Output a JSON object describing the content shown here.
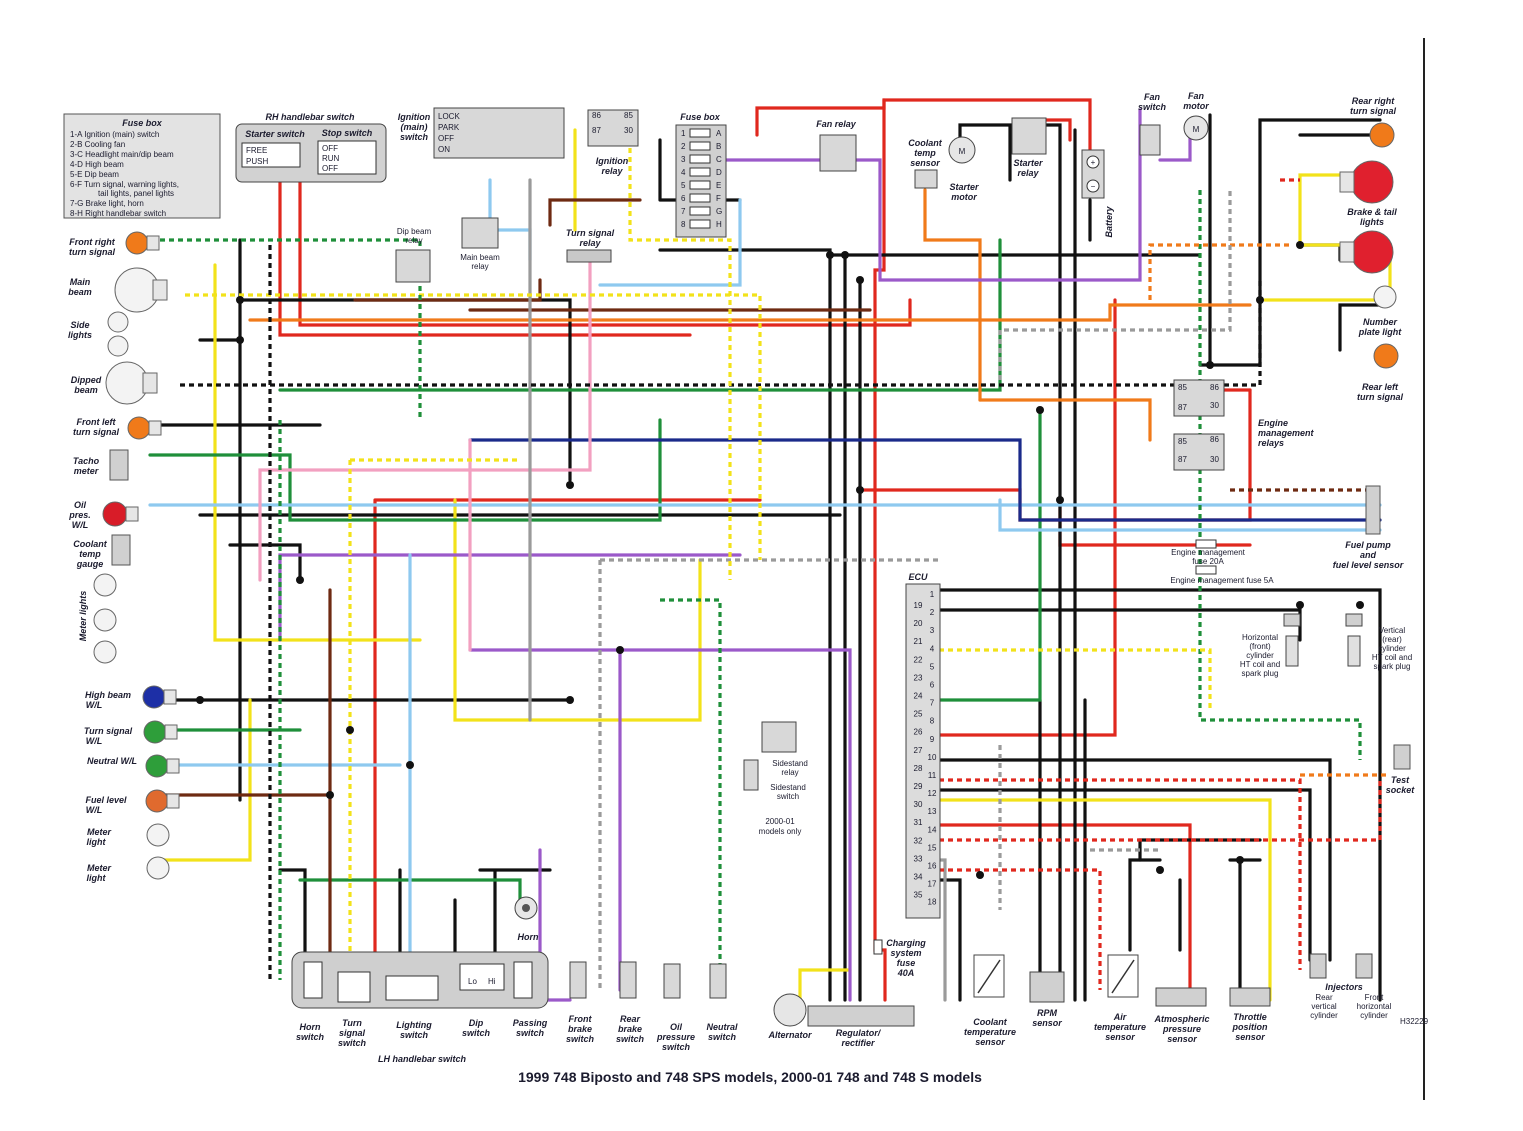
{
  "caption": "1999 748 Biposto and 748 SPS models, 2000-01 748 and 748 S models",
  "drawing_ref": "H32229",
  "fuse_legend": {
    "title": "Fuse box",
    "items": [
      "1-A  Ignition (main) switch",
      "2-B  Cooling fan",
      "3-C  Headlight main/dip beam",
      "4-D  High beam",
      "5-E  Dip beam",
      "6-F  Turn signal, warning lights,",
      "tail lights, panel lights",
      "7-G  Brake light, horn",
      "8-H  Right handlebar switch"
    ]
  },
  "rh_switch": {
    "title": "RH handlebar switch",
    "starter_title": "Starter switch",
    "starter_states": [
      "FREE",
      "PUSH"
    ],
    "stop_title": "Stop switch",
    "stop_states": [
      "OFF",
      "RUN",
      "OFF"
    ]
  },
  "ignition_switch": {
    "label": [
      "Ignition",
      "(main)",
      "switch"
    ],
    "positions": [
      "LOCK",
      "PARK",
      "OFF",
      "ON"
    ]
  },
  "fuse_box": {
    "label": "Fuse box",
    "rows_left": [
      "1",
      "2",
      "3",
      "4",
      "5",
      "6",
      "7",
      "8"
    ],
    "rows_right": [
      "A",
      "B",
      "C",
      "D",
      "E",
      "F",
      "G",
      "H"
    ]
  },
  "relay_pins": [
    "86",
    "85",
    "87",
    "30"
  ],
  "left_components": [
    [
      "Front right",
      "turn signal"
    ],
    [
      "Main",
      "beam"
    ],
    [
      "Side",
      "lights"
    ],
    [
      "Dipped",
      "beam"
    ],
    [
      "Front left",
      "turn signal"
    ],
    [
      "Tacho",
      "meter"
    ],
    [
      "Oil",
      "pres.",
      "W/L"
    ],
    [
      "Coolant",
      "temp",
      "gauge"
    ],
    [
      "Meter lights"
    ],
    [
      "High beam",
      "W/L"
    ],
    [
      "Turn signal",
      "W/L"
    ],
    [
      "Neutral W/L"
    ],
    [
      "Fuel level",
      "W/L"
    ],
    [
      "Meter",
      "light"
    ],
    [
      "Meter",
      "light"
    ]
  ],
  "relays": {
    "ignition": [
      "Ignition",
      "relay"
    ],
    "dip_beam": [
      "Dip beam",
      "relay"
    ],
    "main_beam": [
      "Main beam",
      "relay"
    ],
    "turn_signal": [
      "Turn signal",
      "relay"
    ],
    "fan": "Fan relay",
    "starter": [
      "Starter",
      "relay"
    ],
    "sidestand": [
      "Sidestand",
      "relay"
    ],
    "engine_mgmt": [
      "Engine",
      "management",
      "relays"
    ]
  },
  "top_components": {
    "coolant_temp_sensor": [
      "Coolant",
      "temp",
      "sensor"
    ],
    "starter_motor": [
      "Starter",
      "motor"
    ],
    "battery": "Battery",
    "fan_switch": [
      "Fan",
      "switch"
    ],
    "fan_motor": [
      "Fan",
      "motor"
    ]
  },
  "right_components": [
    [
      "Rear right",
      "turn signal"
    ],
    [
      "Brake & tail",
      "lights"
    ],
    [
      "Number",
      "plate light"
    ],
    [
      "Rear left",
      "turn signal"
    ],
    [
      "Fuel pump",
      "and",
      "fuel level sensor"
    ],
    [
      "Test",
      "socket"
    ]
  ],
  "fuses": {
    "em_20a": [
      "Engine management",
      "fuse 20A"
    ],
    "em_5a": "Engine management fuse 5A",
    "charging": [
      "Charging",
      "system",
      "fuse",
      "40A"
    ]
  },
  "ignition_coils": {
    "horizontal": [
      "Horizontal",
      "(front)",
      "cylinder",
      "HT coil and",
      "spark plug"
    ],
    "vertical": [
      "Vertical",
      "(rear)",
      "cylinder",
      "HT coil and",
      "spark plug"
    ]
  },
  "ecu": {
    "label": "ECU",
    "left_pins": [
      "19",
      "20",
      "21",
      "22",
      "23",
      "24",
      "25",
      "26",
      "27",
      "28",
      "29",
      "30",
      "31",
      "32",
      "33",
      "34",
      "35"
    ],
    "right_pins": [
      "1",
      "2",
      "3",
      "4",
      "5",
      "6",
      "7",
      "8",
      "9",
      "10",
      "11",
      "12",
      "13",
      "14",
      "15",
      "16",
      "17",
      "18"
    ]
  },
  "sidestand": {
    "switch": [
      "Sidestand",
      "switch"
    ],
    "note": [
      "2000-01",
      "models only"
    ]
  },
  "horn": "Horn",
  "lh_switch": {
    "title": "LH handlebar switch",
    "items": [
      [
        "Horn",
        "switch"
      ],
      [
        "Turn",
        "signal",
        "switch"
      ],
      [
        "Lighting",
        "switch"
      ],
      [
        "Dip",
        "switch"
      ],
      [
        "Passing",
        "switch"
      ]
    ],
    "dip_marks": [
      "Lo",
      "Hi"
    ]
  },
  "bottom_components": [
    [
      "Front",
      "brake",
      "switch"
    ],
    [
      "Rear",
      "brake",
      "switch"
    ],
    [
      "Oil",
      "pressure",
      "switch"
    ],
    [
      "Neutral",
      "switch"
    ],
    [
      "Alternator"
    ],
    [
      "Regulator/",
      "rectifier"
    ],
    [
      "Coolant",
      "temperature",
      "sensor"
    ],
    [
      "RPM",
      "sensor"
    ],
    [
      "Air",
      "temperature",
      "sensor"
    ],
    [
      "Atmospheric",
      "pressure",
      "sensor"
    ],
    [
      "Throttle",
      "position",
      "sensor"
    ]
  ],
  "injectors": {
    "title": "Injectors",
    "rear": [
      "Rear",
      "vertical",
      "cylinder"
    ],
    "front": [
      "Front",
      "horizontal",
      "cylinder"
    ]
  },
  "colors": {
    "red": "#e0281e",
    "black": "#111111",
    "yellow": "#f2e21a",
    "green": "#1f8f3a",
    "orange": "#f07a1a",
    "purple": "#9b59c9",
    "light_blue": "#8ec9ef",
    "brown": "#6e2a12",
    "pink": "#f2a0c0",
    "grey": "#9a9a9a",
    "navy": "#1a2a8a",
    "white": "#ffffff"
  }
}
